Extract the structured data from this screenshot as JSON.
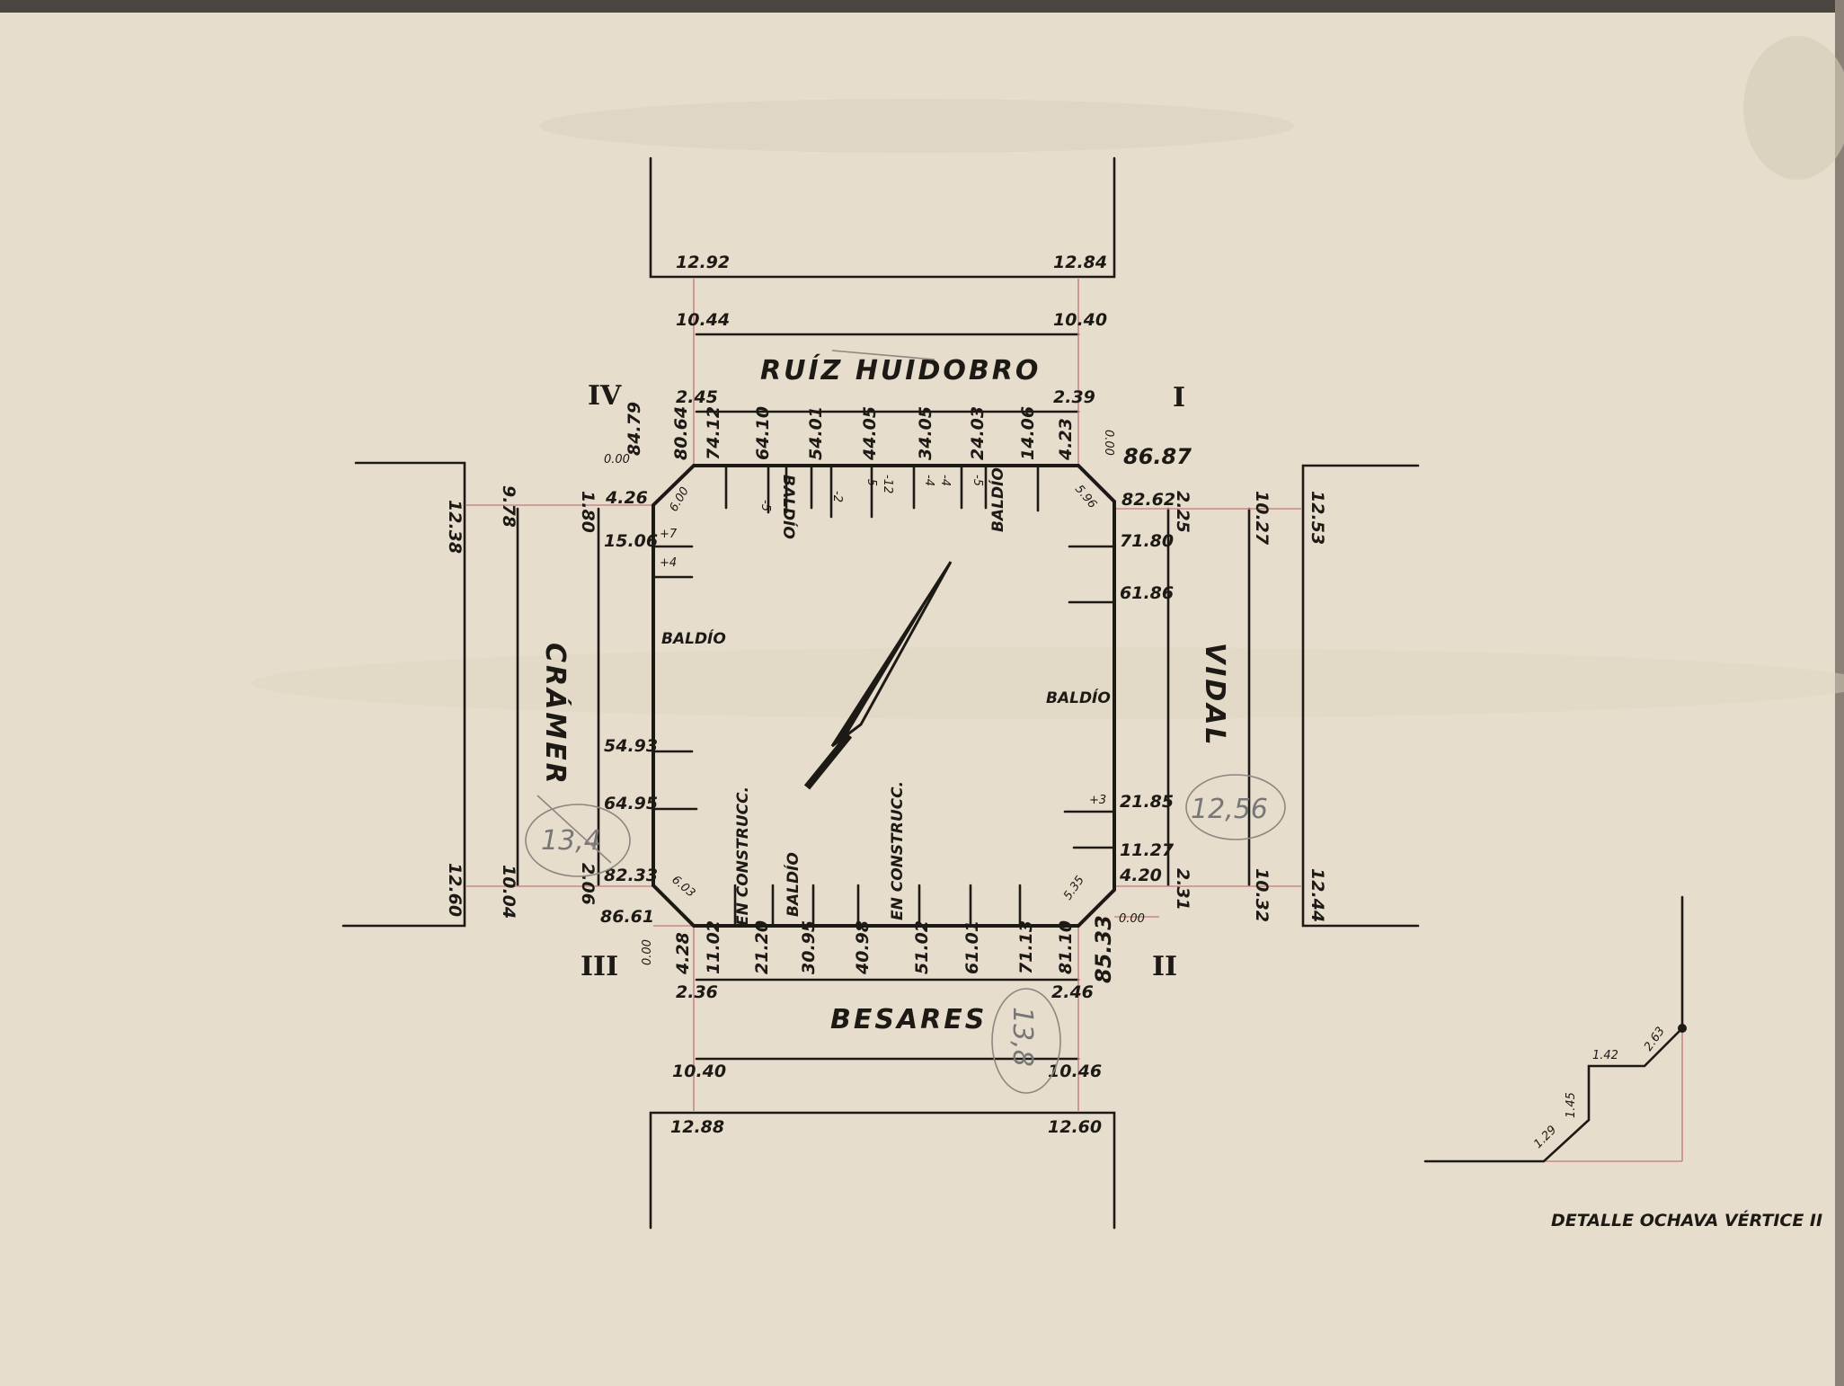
{
  "streets": {
    "north": "RUÍZ HUIDOBRO",
    "south": "BESARES",
    "west": "CRÁMER",
    "east": "VIDAL"
  },
  "vertices": {
    "I": "I",
    "II": "II",
    "III": "III",
    "IV": "IV"
  },
  "north_side": {
    "cota_outer_left": "12.92",
    "cota_outer_right": "12.84",
    "cota_mid_left": "10.44",
    "cota_mid_right": "10.40",
    "cota_inner_left": "2.45",
    "cota_inner_right": "2.39",
    "measures": [
      "80.64",
      "74.12",
      "64.10",
      "54.01",
      "44.05",
      "34.05",
      "24.03",
      "14.06",
      "4.23"
    ],
    "small": [
      "-5",
      "-2",
      "-5",
      "-12",
      "-4",
      "-4",
      "-5"
    ],
    "lots": [
      "BALDÍO",
      "BALDÍO"
    ]
  },
  "south_side": {
    "cota_outer_left": "12.88",
    "cota_outer_right": "12.60",
    "cota_mid_left": "10.40",
    "cota_mid_right": "10.46",
    "cota_inner_left": "2.36",
    "cota_inner_right": "2.46",
    "measures": [
      "4.28",
      "11.02",
      "21.20",
      "30.95",
      "40.98",
      "51.02",
      "61.01",
      "71.13",
      "81.10",
      "85.33"
    ],
    "lots": [
      "EN CONSTRUCC.",
      "BALDÍO",
      "EN CONSTRUCC."
    ]
  },
  "west_side": {
    "cota_outer_top": "12.38",
    "cota_outer_bottom": "12.60",
    "cota_mid_top": "9.78",
    "cota_mid_bottom": "10.04",
    "cota_inner_top": "1.80",
    "cota_inner_bottom": "2.06",
    "measures": [
      "4.26",
      "15.06",
      "54.93",
      "64.95",
      "82.33",
      "86.61"
    ],
    "corner_top": "84.79",
    "zero_top": "0.00",
    "zero_bottom": "0.00",
    "chamfer_top": "6.00",
    "chamfer_bottom": "6.03",
    "small": [
      "+7",
      "+4"
    ],
    "lot": "BALDÍO"
  },
  "east_side": {
    "cota_outer_top": "12.53",
    "cota_outer_bottom": "12.44",
    "cota_mid_top": "10.27",
    "cota_mid_bottom": "10.32",
    "cota_inner_top": "2.25",
    "cota_inner_bottom": "2.31",
    "measures": [
      "82.62",
      "71.80",
      "61.86",
      "21.85",
      "11.27",
      "4.20"
    ],
    "corner_top": "86.87",
    "zero_top": "0.00",
    "zero_bottom": "0.00",
    "chamfer_top": "5.96",
    "chamfer_bottom": "5.35",
    "small": "+3",
    "lot": "BALDÍO"
  },
  "annotations": {
    "circle_left": "13,4",
    "circle_right": "12,56",
    "circle_bottom": "13,8"
  },
  "detail": {
    "title": "DETALLE OCHAVA VÉRTICE II",
    "values": [
      "1.29",
      "1.45",
      "1.42",
      "2.63"
    ]
  }
}
